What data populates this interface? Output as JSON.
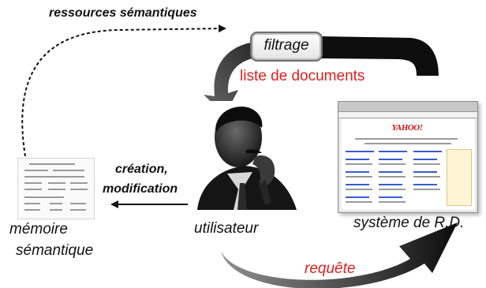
{
  "labels": {
    "ressources": "ressources sémantiques",
    "filtrage": "filtrage",
    "liste": "liste de documents",
    "creation": "création,",
    "modification": "modification",
    "memoire_line1": "mémoire",
    "memoire_line2": "sémantique",
    "utilisateur": "utilisateur",
    "systeme": "système de R.D.",
    "requete": "requête"
  },
  "browser": {
    "logo_text": "YAHOO!"
  },
  "colors": {
    "red_text": "#e0201c",
    "arrow_black": "#111111",
    "arrow_grey": "#5a5a5a"
  },
  "icons": {
    "portrait": "person-portrait-illustration",
    "browser": "web-browser-screenshot",
    "document": "document-thumbnail"
  }
}
